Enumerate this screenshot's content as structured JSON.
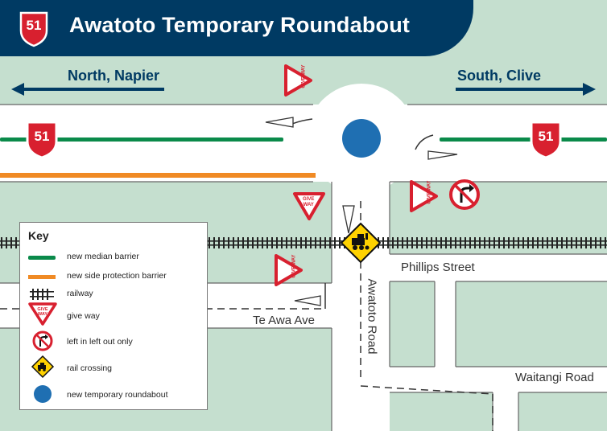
{
  "title": "Awatoto Temporary Roundabout",
  "route_shield": "51",
  "directions": {
    "north": "North, Napier",
    "south": "South, Clive"
  },
  "streets": {
    "phillips": "Phillips Street",
    "awatoto": "Awatoto Road",
    "te_awa": "Te Awa Ave",
    "waitangi": "Waitangi Road"
  },
  "sign_text": {
    "give": "GIVE",
    "way": "WAY"
  },
  "key": {
    "title": "Key",
    "items": [
      {
        "label": "new median barrier",
        "symbol": "median-barrier"
      },
      {
        "label": "new side protection barrier",
        "symbol": "side-barrier"
      },
      {
        "label": "railway",
        "symbol": "railway"
      },
      {
        "label": "give way",
        "symbol": "give-way"
      },
      {
        "label": "left in left out only",
        "symbol": "no-right-turn"
      },
      {
        "label": "rail crossing",
        "symbol": "rail-crossing"
      },
      {
        "label": "new temporary roundabout",
        "symbol": "roundabout"
      }
    ]
  },
  "colors": {
    "background": "#c5dfcf",
    "road": "#ffffff",
    "title_bar": "#003a63",
    "median_barrier": "#0a8a4a",
    "side_barrier": "#f08a24",
    "roundabout": "#1f6fb2",
    "sign_red": "#d8202f",
    "rail_sign": "#ffd200"
  }
}
